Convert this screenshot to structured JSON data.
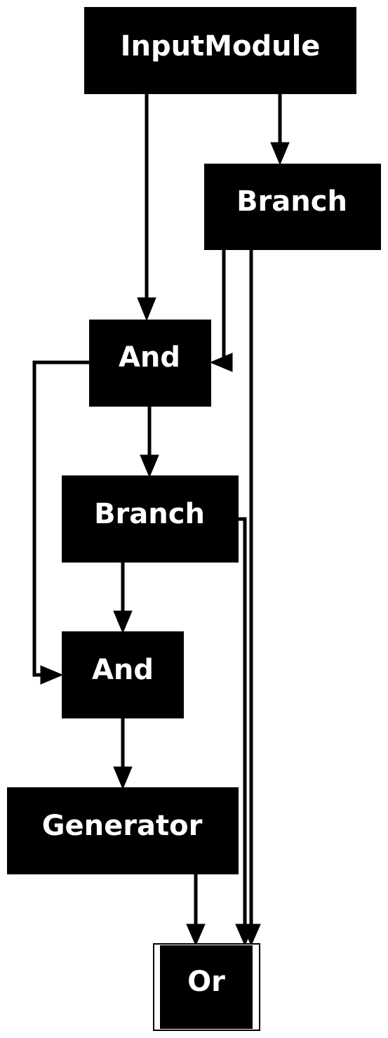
{
  "diagram": {
    "colors": {
      "node_fill": "#000000",
      "node_text": "#ffffff",
      "edge": "#000000",
      "background": "#ffffff"
    },
    "nodes": [
      {
        "id": "input_module",
        "label": "InputModule"
      },
      {
        "id": "branch_1",
        "label": "Branch"
      },
      {
        "id": "and_1",
        "label": "And"
      },
      {
        "id": "branch_2",
        "label": "Branch"
      },
      {
        "id": "and_2",
        "label": "And"
      },
      {
        "id": "generator",
        "label": "Generator"
      },
      {
        "id": "or",
        "label": "Or"
      }
    ],
    "edges": [
      {
        "from": "input_module",
        "to": "and_1"
      },
      {
        "from": "input_module",
        "to": "branch_1"
      },
      {
        "from": "branch_1",
        "to": "and_1"
      },
      {
        "from": "branch_1",
        "to": "or"
      },
      {
        "from": "and_1",
        "to": "branch_2"
      },
      {
        "from": "and_1",
        "to": "and_2"
      },
      {
        "from": "branch_2",
        "to": "and_2"
      },
      {
        "from": "branch_2",
        "to": "or"
      },
      {
        "from": "and_2",
        "to": "generator"
      },
      {
        "from": "generator",
        "to": "or"
      }
    ]
  }
}
